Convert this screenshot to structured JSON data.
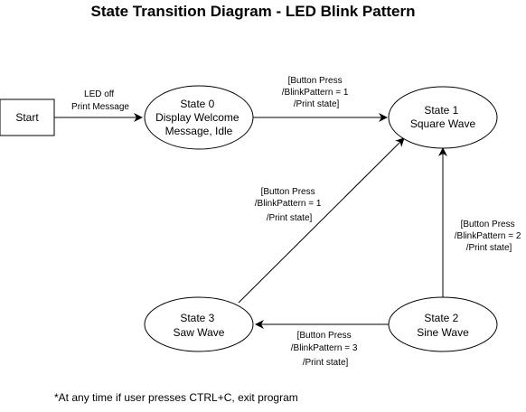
{
  "title": "State Transition Diagram - LED Blink Pattern",
  "nodes": {
    "start": [
      "Start"
    ],
    "state0": [
      "State 0",
      "Display Welcome",
      "Message, Idle"
    ],
    "state1": [
      "State 1",
      "Square Wave"
    ],
    "state2": [
      "State 2",
      "Sine Wave"
    ],
    "state3": [
      "State 3",
      "Saw Wave"
    ]
  },
  "edges": {
    "start_to_0": [
      "LED off",
      "Print Message"
    ],
    "s0_to_1": [
      "[Button Press",
      "/BlinkPattern = 1",
      "/Print state]"
    ],
    "s3_to_1": [
      "[Button Press",
      "/BlinkPattern = 1",
      "/Print state]"
    ],
    "s2_to_1": [
      "[Button Press",
      "/BlinkPattern = 2",
      "/Print state]"
    ],
    "s2_to_3": [
      "[Button Press",
      "/BlinkPattern = 3",
      "/Print state]"
    ]
  },
  "note": "*At any time if user presses CTRL+C, exit program"
}
